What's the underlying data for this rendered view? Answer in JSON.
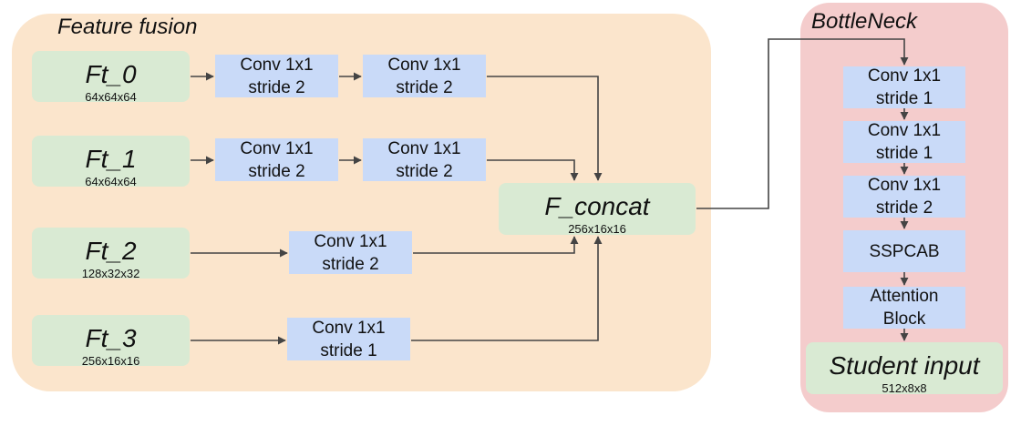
{
  "colors": {
    "fusion_bg": "#fbe5cc",
    "bottleneck_bg": "#f4cccc",
    "feature_box": "#d9ead3",
    "op_box": "#c9daf8",
    "arrow": "#444444"
  },
  "feature_fusion": {
    "title": "Feature fusion",
    "inputs": [
      {
        "name": "Ft_0",
        "dims": "64x64x64"
      },
      {
        "name": "Ft_1",
        "dims": "64x64x64"
      },
      {
        "name": "Ft_2",
        "dims": "128x32x32"
      },
      {
        "name": "Ft_3",
        "dims": "256x16x16"
      }
    ],
    "row0_ops": [
      {
        "line1": "Conv 1x1",
        "line2": "stride 2"
      },
      {
        "line1": "Conv 1x1",
        "line2": "stride 2"
      }
    ],
    "row1_ops": [
      {
        "line1": "Conv 1x1",
        "line2": "stride 2"
      },
      {
        "line1": "Conv 1x1",
        "line2": "stride 2"
      }
    ],
    "row2_ops": [
      {
        "line1": "Conv 1x1",
        "line2": "stride 2"
      }
    ],
    "row3_ops": [
      {
        "line1": "Conv 1x1",
        "line2": "stride 1"
      }
    ],
    "concat": {
      "name": "F_concat",
      "dims": "256x16x16"
    }
  },
  "bottleneck": {
    "title": "BottleNeck",
    "blocks": [
      {
        "line1": "Conv 1x1",
        "line2": "stride 1"
      },
      {
        "line1": "Conv 1x1",
        "line2": "stride 1"
      },
      {
        "line1": "Conv 1x1",
        "line2": "stride 2"
      },
      {
        "line1": "SSPCAB",
        "line2": ""
      },
      {
        "line1": "Attention",
        "line2": "Block"
      }
    ],
    "output": {
      "name": "Student input",
      "dims": "512x8x8"
    }
  }
}
